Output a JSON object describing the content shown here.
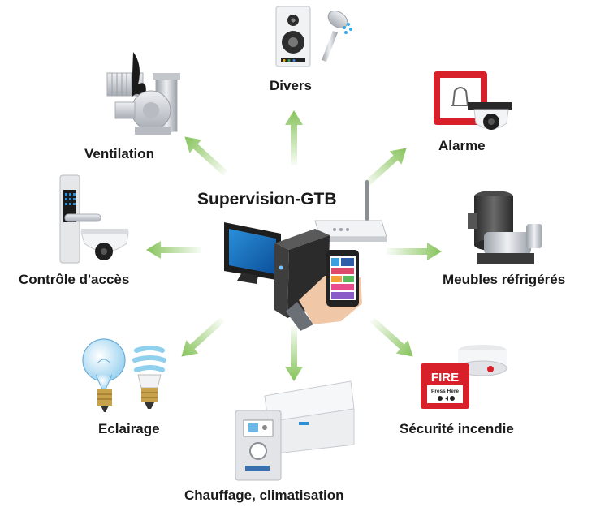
{
  "center": {
    "title": "Supervision-GTB"
  },
  "nodes": [
    {
      "id": "divers",
      "label": "Divers",
      "icon": "speaker-and-shower-icon"
    },
    {
      "id": "alarme",
      "label": "Alarme",
      "icon": "alarm-camera-icon"
    },
    {
      "id": "meubles",
      "label": "Meubles réfrigérés",
      "icon": "refrigeration-compressor-icon"
    },
    {
      "id": "incendie",
      "label": "Sécurité incendie",
      "icon": "fire-alarm-icon"
    },
    {
      "id": "chauffage",
      "label": "Chauffage, climatisation",
      "icon": "hvac-unit-icon"
    },
    {
      "id": "eclairage",
      "label": "Eclairage",
      "icon": "light-bulbs-icon"
    },
    {
      "id": "acces",
      "label": "Contrôle d'accès",
      "icon": "door-lock-icon"
    },
    {
      "id": "ventilation",
      "label": "Ventilation",
      "icon": "ventilation-fan-icon"
    }
  ],
  "fire_sign": {
    "title": "FIRE",
    "subtitle": "Press Here"
  },
  "colors": {
    "arrow": "#86c35a",
    "text": "#1a1a1a",
    "fire_red": "#d8202a"
  }
}
